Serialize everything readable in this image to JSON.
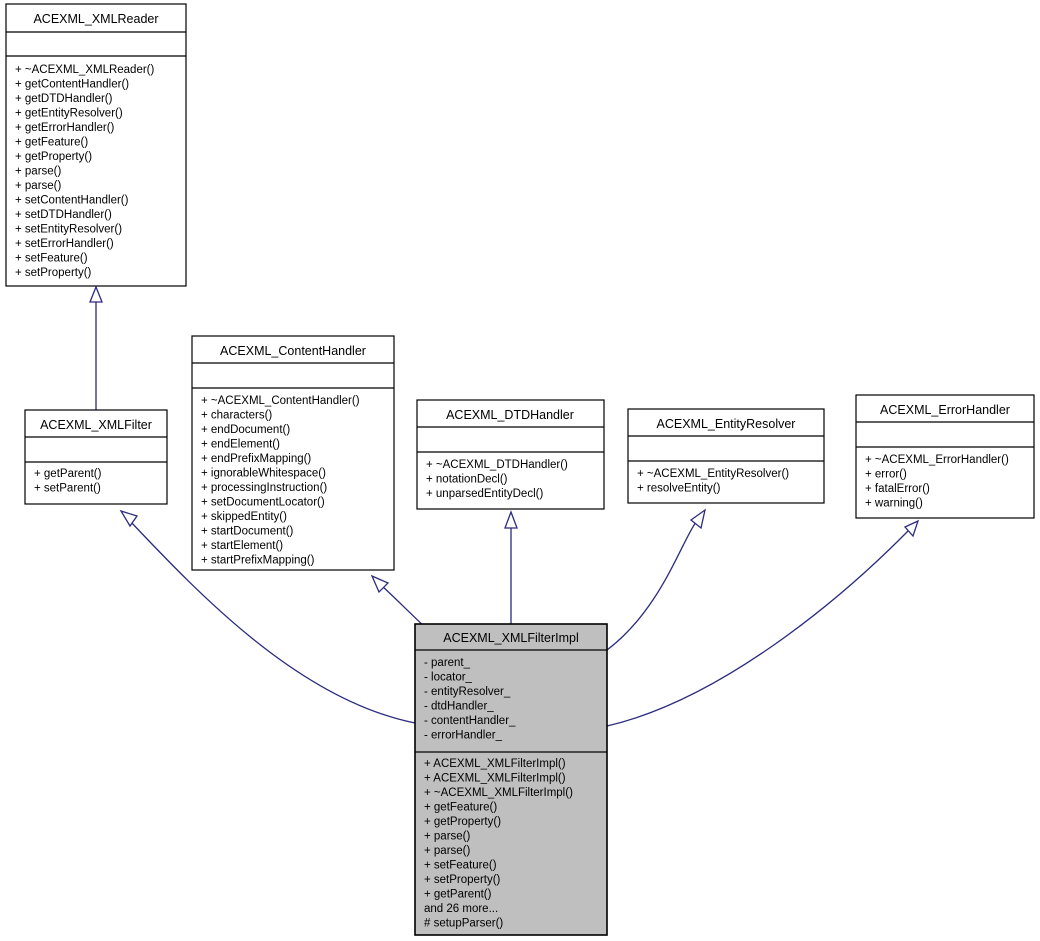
{
  "diagram": {
    "kind": "uml-class-inheritance-diagram",
    "background_color": "#ffffff",
    "edge_color": "#2b2b7f",
    "box_border_color": "#000000",
    "box_fill_color": "#ffffff",
    "highlight_fill_color": "#bfbfbf",
    "classes": [
      {
        "id": "xmlreader",
        "title": "ACEXML_XMLReader",
        "highlighted": false,
        "attributes": [],
        "methods": [
          "+ ~ACEXML_XMLReader()",
          "+ getContentHandler()",
          "+ getDTDHandler()",
          "+ getEntityResolver()",
          "+ getErrorHandler()",
          "+ getFeature()",
          "+ getProperty()",
          "+ parse()",
          "+ parse()",
          "+ setContentHandler()",
          "+ setDTDHandler()",
          "+ setEntityResolver()",
          "+ setErrorHandler()",
          "+ setFeature()",
          "+ setProperty()"
        ]
      },
      {
        "id": "contenthandler",
        "title": "ACEXML_ContentHandler",
        "highlighted": false,
        "attributes": [],
        "methods": [
          "+ ~ACEXML_ContentHandler()",
          "+ characters()",
          "+ endDocument()",
          "+ endElement()",
          "+ endPrefixMapping()",
          "+ ignorableWhitespace()",
          "+ processingInstruction()",
          "+ setDocumentLocator()",
          "+ skippedEntity()",
          "+ startDocument()",
          "+ startElement()",
          "+ startPrefixMapping()"
        ]
      },
      {
        "id": "xmlfilter",
        "title": "ACEXML_XMLFilter",
        "highlighted": false,
        "attributes": [],
        "methods": [
          "+ getParent()",
          "+ setParent()"
        ]
      },
      {
        "id": "dtdhandler",
        "title": "ACEXML_DTDHandler",
        "highlighted": false,
        "attributes": [],
        "methods": [
          "+ ~ACEXML_DTDHandler()",
          "+ notationDecl()",
          "+ unparsedEntityDecl()"
        ]
      },
      {
        "id": "entityresolver",
        "title": "ACEXML_EntityResolver",
        "highlighted": false,
        "attributes": [],
        "methods": [
          "+ ~ACEXML_EntityResolver()",
          "+ resolveEntity()"
        ]
      },
      {
        "id": "errorhandler",
        "title": "ACEXML_ErrorHandler",
        "highlighted": false,
        "attributes": [],
        "methods": [
          "+ ~ACEXML_ErrorHandler()",
          "+ error()",
          "+ fatalError()",
          "+ warning()"
        ]
      },
      {
        "id": "xmlfilterimpl",
        "title": "ACEXML_XMLFilterImpl",
        "highlighted": true,
        "attributes": [
          "- parent_",
          "- locator_",
          "- entityResolver_",
          "- dtdHandler_",
          "- contentHandler_",
          "- errorHandler_"
        ],
        "methods": [
          "+ ACEXML_XMLFilterImpl()",
          "+ ACEXML_XMLFilterImpl()",
          "+ ~ACEXML_XMLFilterImpl()",
          "+ getFeature()",
          "+ getProperty()",
          "+ parse()",
          "+ parse()",
          "+ setFeature()",
          "+ setProperty()",
          "+ getParent()",
          "and 26 more...",
          "# setupParser()"
        ]
      }
    ],
    "relationships": [
      {
        "from": "xmlfilter",
        "to": "xmlreader",
        "type": "inheritance"
      },
      {
        "from": "xmlfilterimpl",
        "to": "xmlfilter",
        "type": "inheritance"
      },
      {
        "from": "xmlfilterimpl",
        "to": "contenthandler",
        "type": "inheritance"
      },
      {
        "from": "xmlfilterimpl",
        "to": "dtdhandler",
        "type": "inheritance"
      },
      {
        "from": "xmlfilterimpl",
        "to": "entityresolver",
        "type": "inheritance"
      },
      {
        "from": "xmlfilterimpl",
        "to": "errorhandler",
        "type": "inheritance"
      }
    ]
  }
}
